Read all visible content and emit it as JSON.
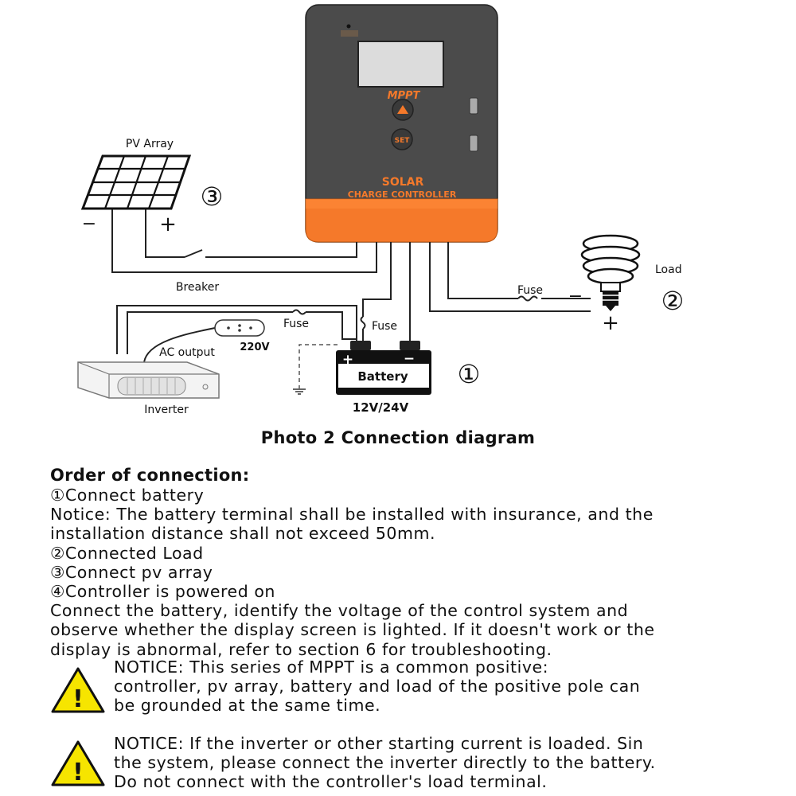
{
  "diagram": {
    "controller": {
      "label_top": "MPPT",
      "label_solar": "SOLAR",
      "label_cc": "CHARGE CONTROLLER",
      "set_button": "SET",
      "colors": {
        "body": "#4a4a4a",
        "accent": "#f5792a",
        "screen": "#dcdcdc"
      }
    },
    "pv_label": "PV Array",
    "pv_minus": "−",
    "pv_plus": "+",
    "step3_mark": "③",
    "breaker_label": "Breaker",
    "load_label": "Load",
    "load_fuse": "Fuse",
    "load_plus": "+",
    "load_minus": "−",
    "step2_mark": "②",
    "fuse_left": "Fuse",
    "fuse_right": "Fuse",
    "ac_output": "AC output",
    "outlet_voltage": "220V",
    "inverter_label": "Inverter",
    "battery_label": "Battery",
    "battery_plus": "+",
    "battery_minus": "−",
    "battery_voltage": "12V/24V",
    "step1_mark": "①"
  },
  "caption": "Photo 2 Connection diagram",
  "order": {
    "heading": "Order of connection:",
    "lines": [
      "①Connect battery",
      "Notice: The battery terminal shall be installed with insurance, and the",
      "installation distance shall not exceed 50mm.",
      "②Connected Load",
      "③Connect pv array",
      "④Controller is powered on",
      "Connect the battery, identify the voltage of the control system and",
      "observe whether the display screen is lighted. If it doesn't work or the",
      "display is abnormal, refer to section 6 for troubleshooting."
    ]
  },
  "notice1": [
    "NOTICE: This series of MPPT is a common positive:",
    "controller, pv array, battery and load of the positive pole can",
    "be grounded at the same time."
  ],
  "notice2": [
    "NOTICE: If the inverter or other starting current is loaded. Sin",
    "the system, please connect the inverter directly to the battery.",
    "Do not connect with the controller's load terminal."
  ],
  "warning_glyph": "!",
  "icons": {
    "warning": "warning-triangle-icon"
  }
}
